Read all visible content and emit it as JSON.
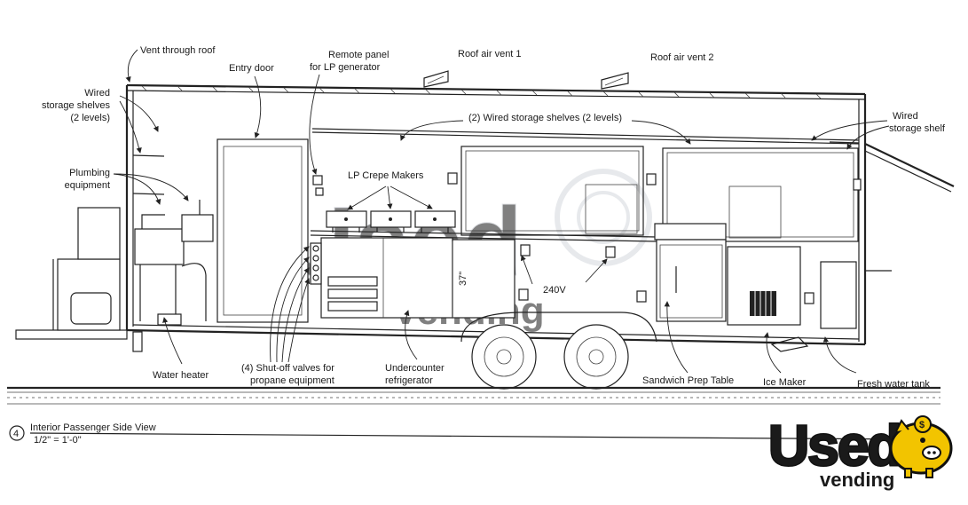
{
  "labels": {
    "vent_through_roof": "Vent through roof",
    "entry_door": "Entry door",
    "remote_panel_1": "Remote panel",
    "remote_panel_2": "for LP generator",
    "roof_air_vent_1": "Roof air vent 1",
    "roof_air_vent_2": "Roof air vent 2",
    "wired_shelves_left_1": "Wired",
    "wired_shelves_left_2": "storage shelves",
    "wired_shelves_left_3": "(2 levels)",
    "wired_shelves_center": "(2) Wired storage shelves (2 levels)",
    "wired_shelf_right_1": "Wired",
    "wired_shelf_right_2": "storage shelf",
    "plumbing_1": "Plumbing",
    "plumbing_2": "equipment",
    "lp_crepe_makers": "LP Crepe Makers",
    "dim_37": "37\"",
    "voltage_240": "240V",
    "water_heater": "Water heater",
    "shutoff_1": "(4) Shut-off valves for",
    "shutoff_2": "propane equipment",
    "undercounter_1": "Undercounter",
    "undercounter_2": "refrigerator",
    "sandwich_prep": "Sandwich Prep Table",
    "ice_maker": "Ice Maker",
    "fresh_water": "Fresh water tank",
    "view_number": "4",
    "view_title": "Interior Passenger Side View",
    "view_scale": "1/2\" = 1'-0\""
  },
  "watermark": {
    "logo_text_1": "Used",
    "logo_text_2": "vending",
    "bg_text_1": "Used",
    "bg_text_2": "vending"
  },
  "colors": {
    "logo_yellow": "#f2c400",
    "logo_black": "#111111",
    "line": "#222222",
    "watermark": "#d9dde3"
  },
  "icons": [
    "outlet-icon",
    "piggy-bank-icon",
    "vent-icon"
  ]
}
